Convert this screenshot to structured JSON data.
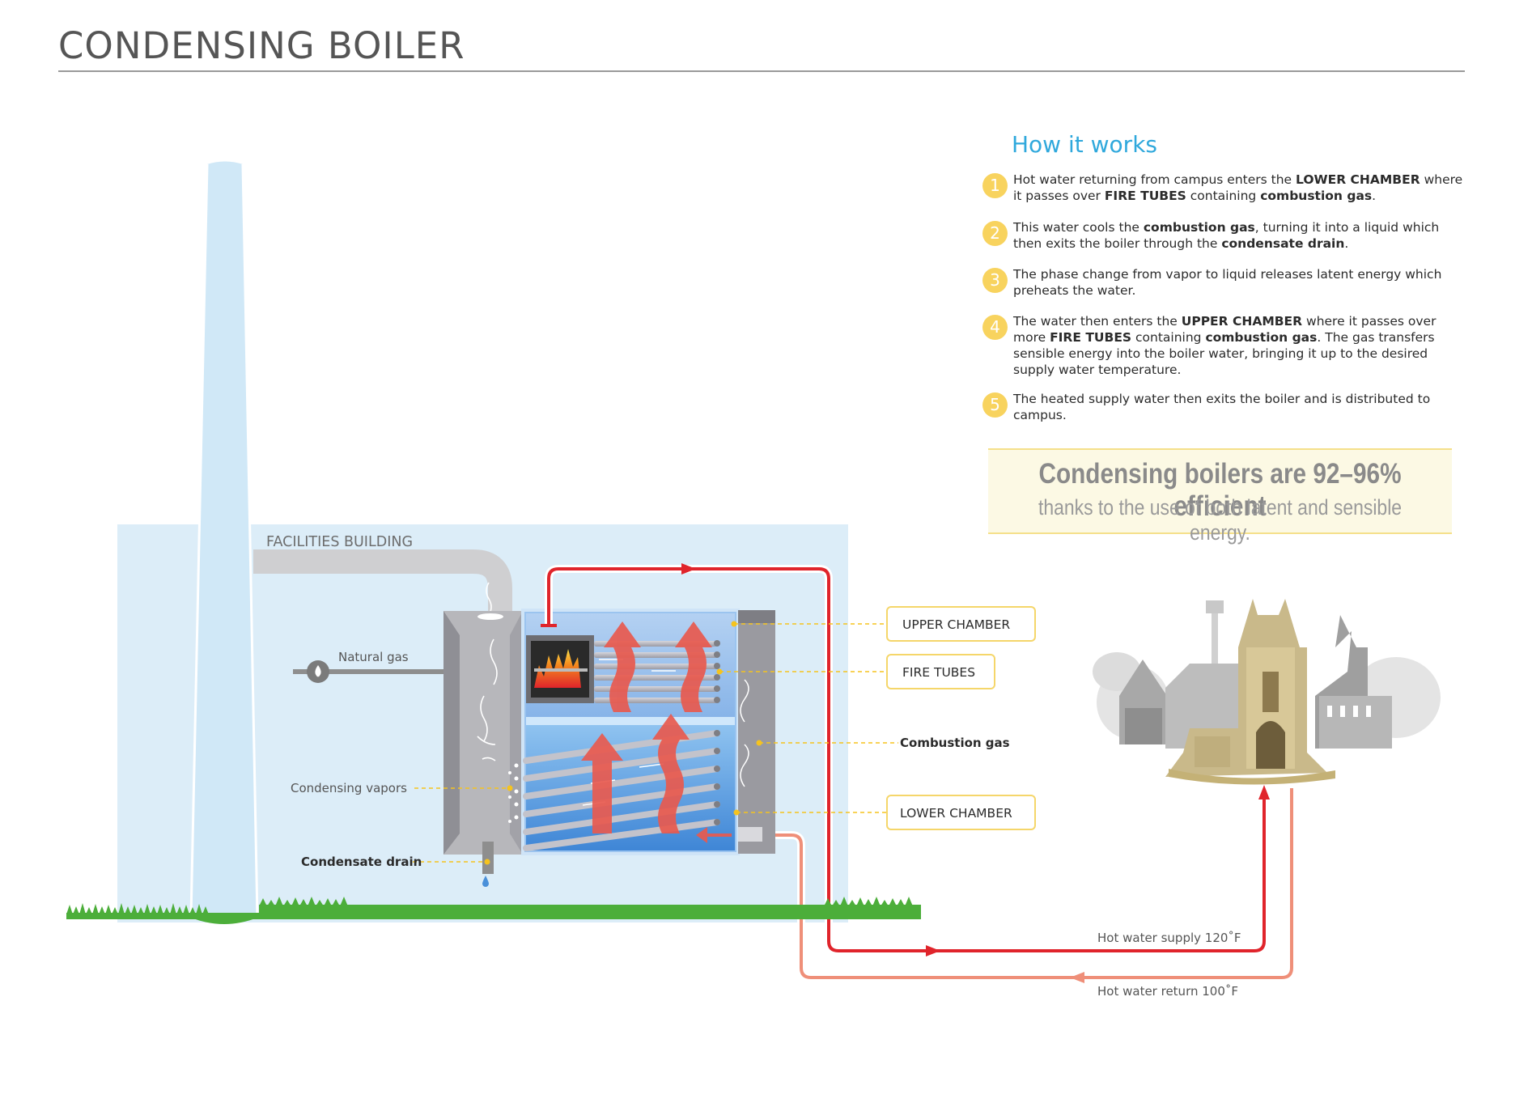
{
  "title": "CONDENSING BOILER",
  "how_it_works": {
    "heading": "How it works",
    "steps": [
      {
        "number": "1",
        "segments": [
          {
            "text": "Hot water returning from campus enters the ",
            "bold": false
          },
          {
            "text": "LOWER CHAMBER",
            "bold": true
          },
          {
            "text": " where it passes over ",
            "bold": false
          },
          {
            "text": "FIRE TUBES",
            "bold": true
          },
          {
            "text": " containing ",
            "bold": false
          },
          {
            "text": "combustion gas",
            "bold": true
          },
          {
            "text": ".",
            "bold": false
          }
        ]
      },
      {
        "number": "2",
        "segments": [
          {
            "text": "This water cools the ",
            "bold": false
          },
          {
            "text": "combustion gas",
            "bold": true
          },
          {
            "text": ", turning it into a liquid which then exits the boiler through the ",
            "bold": false
          },
          {
            "text": "condensate drain",
            "bold": true
          },
          {
            "text": ".",
            "bold": false
          }
        ]
      },
      {
        "number": "3",
        "segments": [
          {
            "text": "The phase change from vapor to liquid releases latent energy which preheats the water.",
            "bold": false
          }
        ]
      },
      {
        "number": "4",
        "segments": [
          {
            "text": "The water then enters the ",
            "bold": false
          },
          {
            "text": "UPPER CHAMBER",
            "bold": true
          },
          {
            "text": " where it passes over more ",
            "bold": false
          },
          {
            "text": "FIRE TUBES",
            "bold": true
          },
          {
            "text": " containing ",
            "bold": false
          },
          {
            "text": "combustion gas",
            "bold": true
          },
          {
            "text": ". The gas transfers sensible energy into the boiler water, bringing it up to the desired supply water temperature.",
            "bold": false
          }
        ]
      },
      {
        "number": "5",
        "segments": [
          {
            "text": "The heated supply water then exits the boiler and is distributed to campus.",
            "bold": false
          }
        ]
      }
    ]
  },
  "efficiency": {
    "headline": "Condensing boilers are 92–96% efficient",
    "subline": "thanks to the use of both latent and sensible energy."
  },
  "labels": {
    "facilities_building": "FACILITIES BUILDING",
    "natural_gas": "Natural gas",
    "condensing_vapors": "Condensing vapors",
    "condensate_drain": "Condensate drain",
    "upper_chamber": "UPPER CHAMBER",
    "fire_tubes": "FIRE TUBES",
    "combustion_gas": "Combustion gas",
    "lower_chamber": "LOWER CHAMBER",
    "hot_water_supply": "Hot water supply 120˚F",
    "hot_water_return": "Hot water return 100˚F"
  },
  "colors": {
    "title_gray": "#555555",
    "heading_blue": "#2fa8dc",
    "step_badge": "#f8d35e",
    "building_fill": "#dcedf8",
    "water_blue": "#5b9be0",
    "supply_red": "#e0242b",
    "return_salmon": "#ef8f79",
    "leader_yellow": "#f5c31e",
    "grass_green": "#4cae3a"
  },
  "icons": {
    "gas_valve": "flame-valve-icon",
    "flame": "flame-icon",
    "campus": "campus-buildings-illustration"
  }
}
